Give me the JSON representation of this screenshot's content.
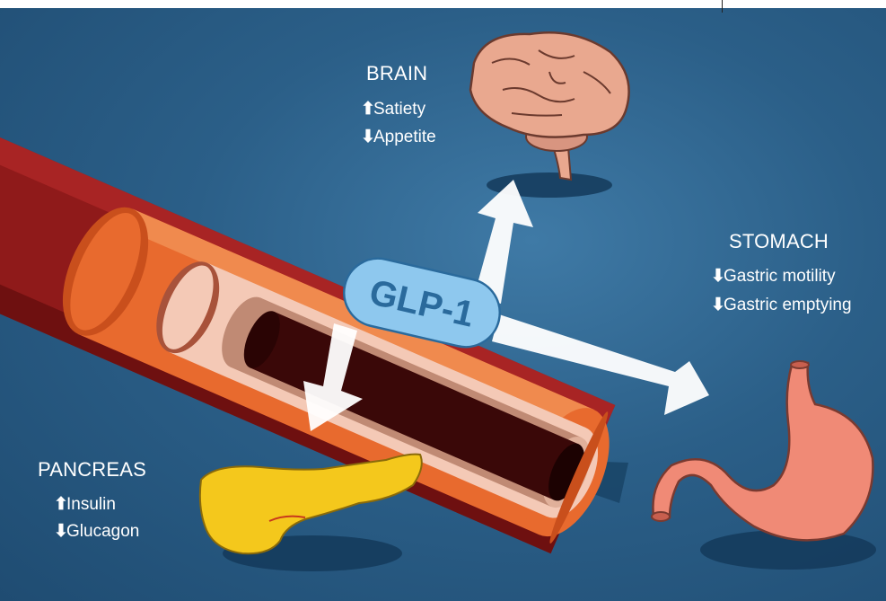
{
  "center_label": "GLP-1",
  "brain": {
    "title": "BRAIN",
    "effects": [
      {
        "arrow": "⬆",
        "text": "Satiety"
      },
      {
        "arrow": "⬇",
        "text": "Appetite"
      }
    ]
  },
  "stomach": {
    "title": "STOMACH",
    "effects": [
      {
        "arrow": "⬇",
        "text": "Gastric motility"
      },
      {
        "arrow": "⬇",
        "text": "Gastric emptying"
      }
    ]
  },
  "pancreas": {
    "title": "PANCREAS",
    "effects": [
      {
        "arrow": "⬆",
        "text": "Insulin"
      },
      {
        "arrow": "⬇",
        "text": "Glucagon"
      }
    ]
  },
  "colors": {
    "background": "#2b5f88",
    "vessel_outer": "#8f1a1a",
    "vessel_orange": "#e86a2e",
    "blood": "#3a0808",
    "glp_pill": "#8ec8ee",
    "pancreas": "#f4c81c",
    "brain": "#e9a88f",
    "stomach": "#f08a76"
  },
  "icons": [
    "brain-illustration",
    "stomach-illustration",
    "pancreas-illustration",
    "blood-vessel-illustration"
  ]
}
